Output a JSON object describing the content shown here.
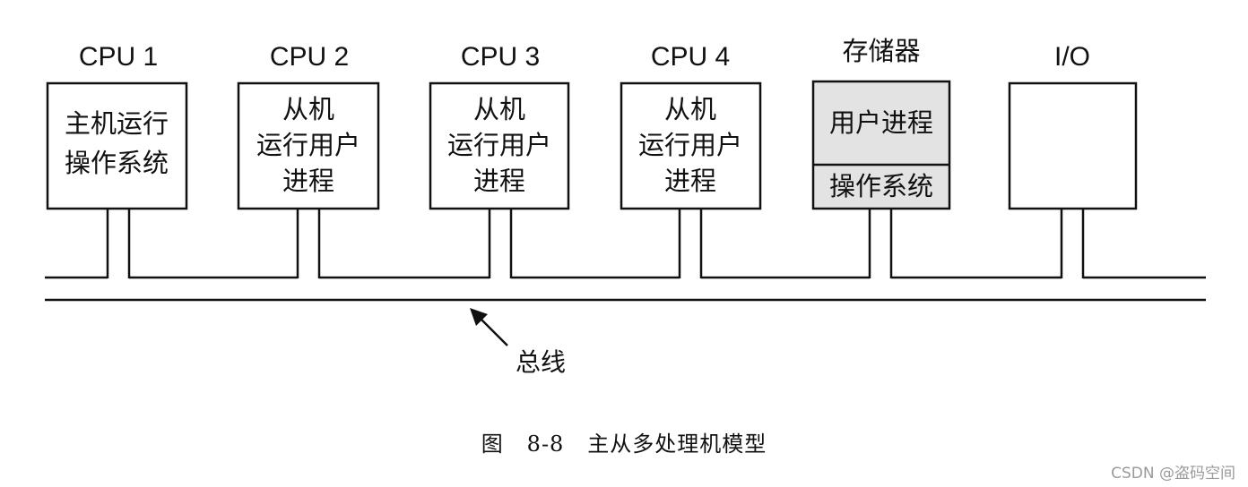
{
  "units": [
    {
      "title": "CPU 1",
      "lines": [
        "主机运行",
        "操作系统"
      ]
    },
    {
      "title": "CPU 2",
      "lines": [
        "从机",
        "运行用户",
        "进程"
      ]
    },
    {
      "title": "CPU 3",
      "lines": [
        "从机",
        "运行用户",
        "进程"
      ]
    },
    {
      "title": "CPU 4",
      "lines": [
        "从机",
        "运行用户",
        "进程"
      ]
    },
    {
      "title": "存储器",
      "lines": [
        "用户进程",
        "操作系统"
      ]
    },
    {
      "title": "I/O",
      "lines": []
    }
  ],
  "bus_label": "总线",
  "caption": {
    "figure": "图",
    "number": "8-8",
    "title": "主从多处理机模型"
  },
  "watermark": "CSDN @盗码空间",
  "colors": {
    "ink": "#111111",
    "shade": "#e3e3e3",
    "watermark": "#9a9a9a"
  }
}
